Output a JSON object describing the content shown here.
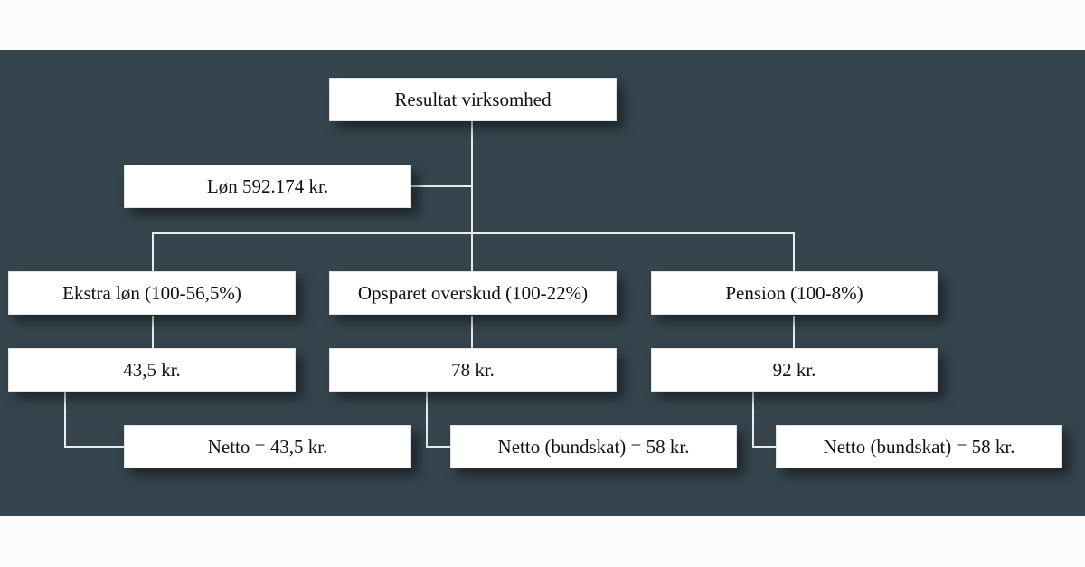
{
  "nodes": {
    "root": "Resultat virksomhed",
    "salary": "Løn 592.174 kr.",
    "extra_salary": "Ekstra løn (100-56,5%)",
    "saved_surplus": "Opsparet overskud (100-22%)",
    "pension": "Pension (100-8%)",
    "extra_salary_amount": "43,5 kr.",
    "saved_surplus_amount": "78 kr.",
    "pension_amount": "92 kr.",
    "extra_salary_net": "Netto = 43,5 kr.",
    "saved_surplus_net": "Netto (bundskat) = 58 kr.",
    "pension_net": "Netto (bundskat) = 58 kr."
  },
  "colors": {
    "background": "#35444d",
    "box": "#ffffff",
    "connector": "#ffffff"
  }
}
